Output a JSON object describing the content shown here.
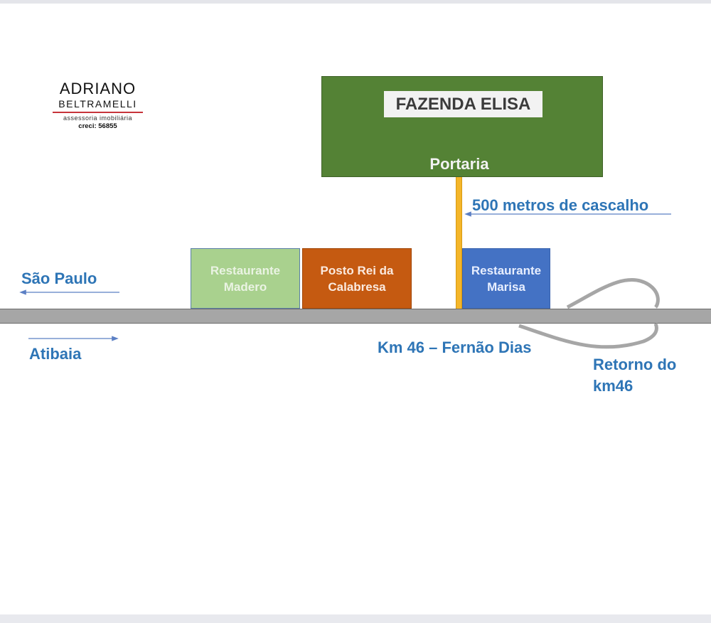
{
  "logo": {
    "line1": "ADRIANO",
    "line2": "BELTRAMELLI",
    "tagline": "assessoria imobiliária",
    "creci": "creci: 56855",
    "accent_color": "#c7343a"
  },
  "farm": {
    "name": "FAZENDA ELISA",
    "gate": "Portaria",
    "color": "#548235"
  },
  "gravel_road": {
    "label": "500 metros de cascalho",
    "color": "#f4b62a"
  },
  "buildings": [
    {
      "label": "Restaurante Madero",
      "color": "#a9d18e"
    },
    {
      "label": "Posto Rei da Calabresa",
      "color": "#c55a11"
    },
    {
      "label": "Restaurante Marisa",
      "color": "#4472c4"
    }
  ],
  "highway": {
    "label": "Km 46 – Fernão Dias",
    "color": "#a6a6a6"
  },
  "directions": {
    "left": "São Paulo",
    "right": "Atibaia"
  },
  "return_loop": {
    "label": "Retorno do km46"
  },
  "label_color": "#2e75b6"
}
